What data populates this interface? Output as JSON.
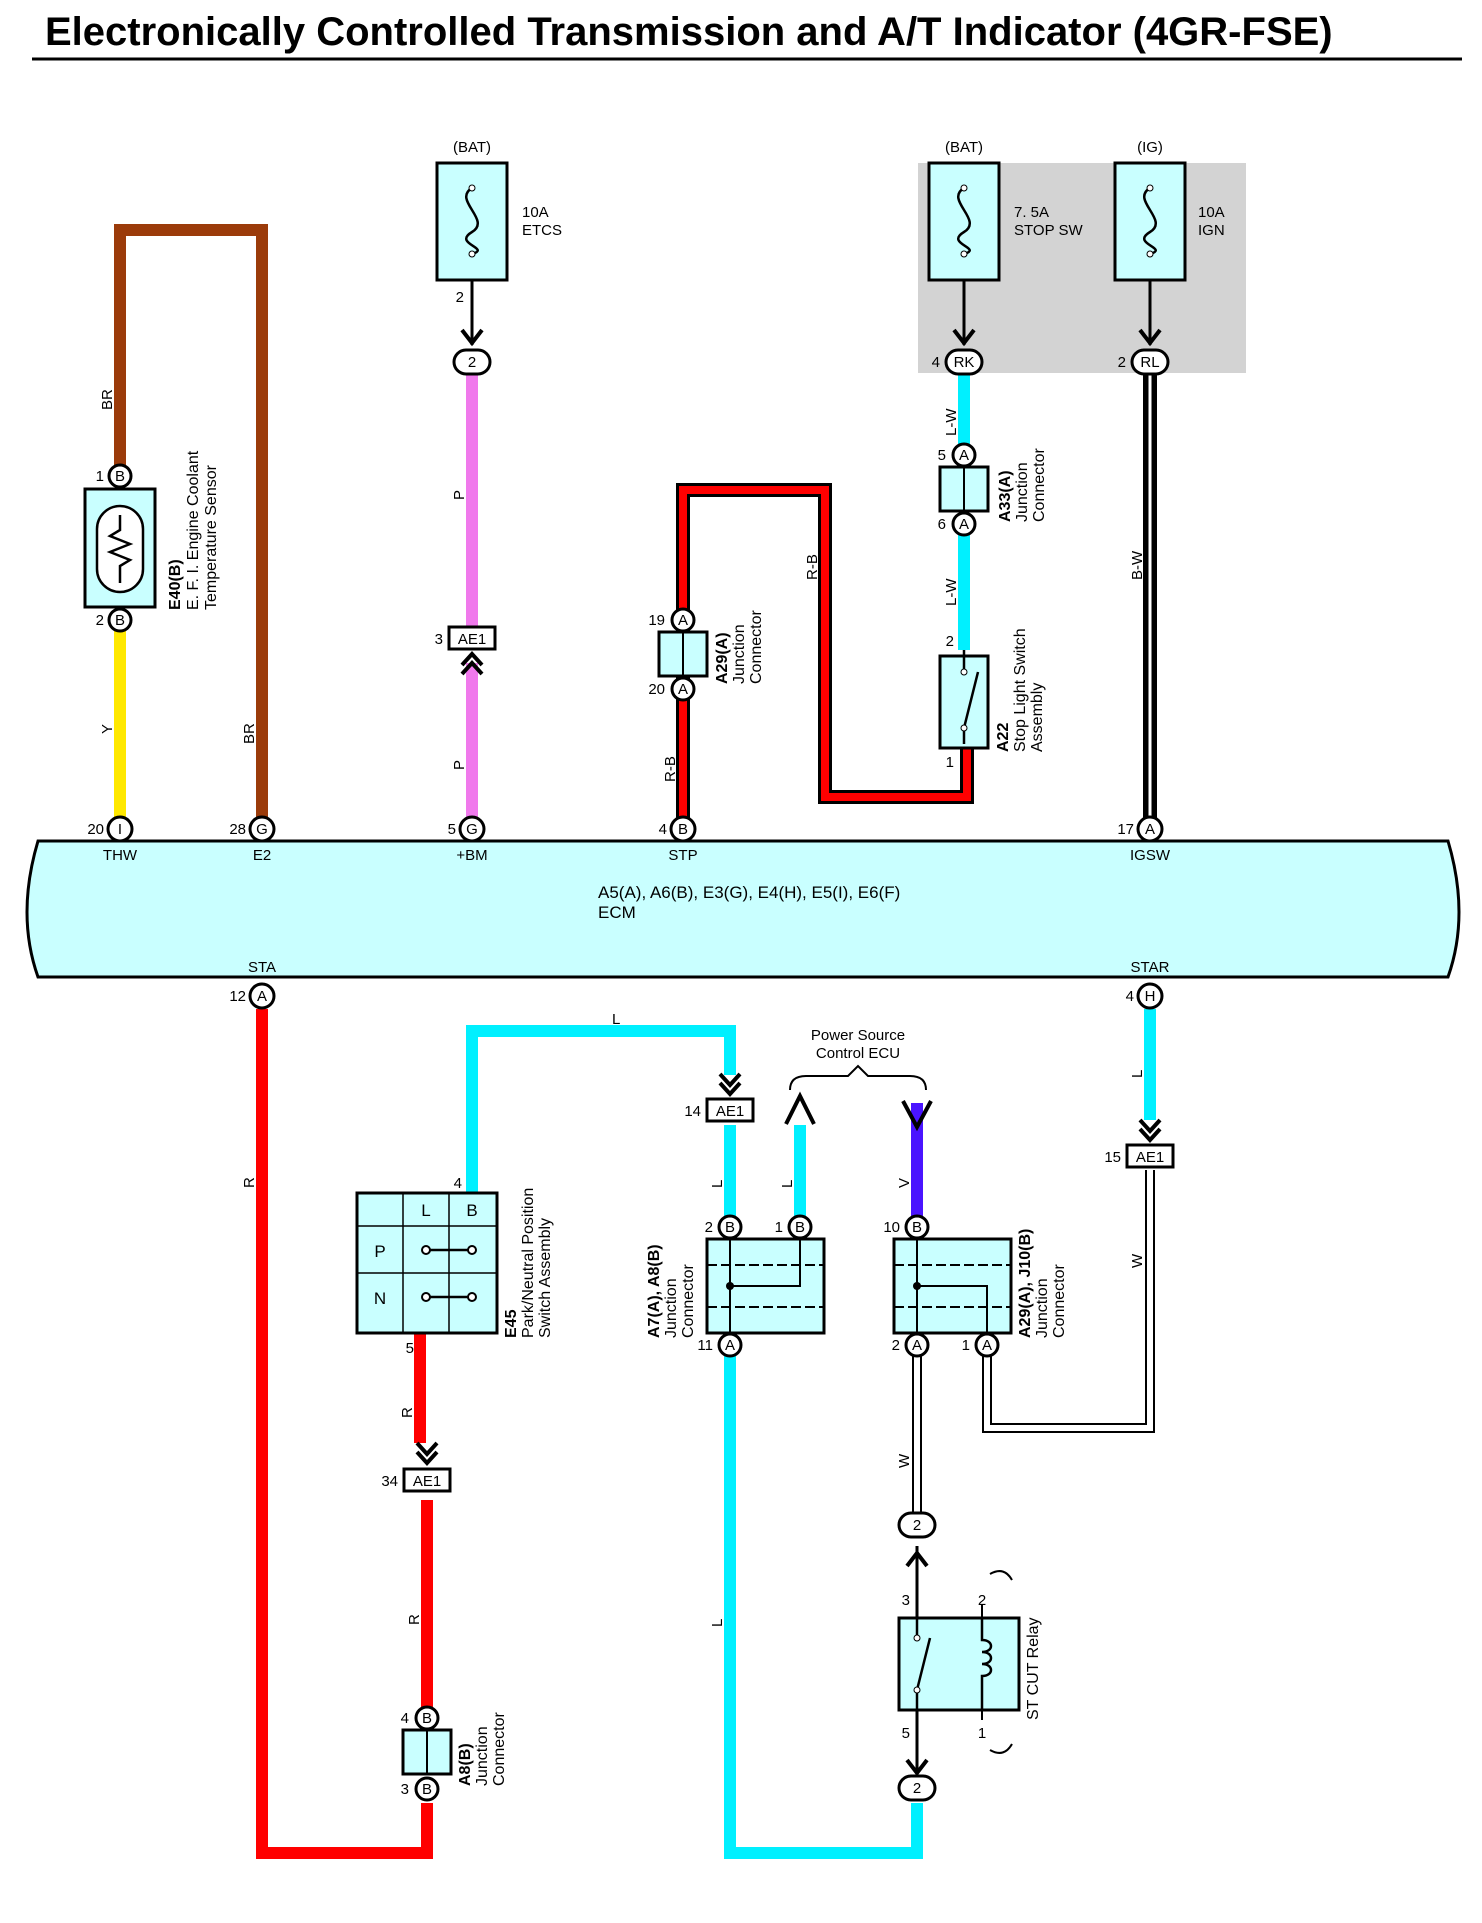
{
  "title": "Electronically Controlled Transmission and A/T Indicator (4GR-FSE)",
  "colors": {
    "BR": "#9b3b0a",
    "Y": "#ffe800",
    "P": "#f079ec",
    "R": "#ff0000",
    "L": "#00f0ff",
    "V": "#4a14ff",
    "B": "#000000",
    "W": "#ffffff",
    "component_fill": "#c9ffff",
    "relay_box_fill": "#d3d3d3"
  },
  "fuses": {
    "etcs": {
      "source": "(BAT)",
      "rating": "10A",
      "name": "ETCS",
      "pin": "2"
    },
    "stop_sw": {
      "source": "(BAT)",
      "rating": "7. 5A",
      "name": "STOP SW"
    },
    "ign": {
      "source": "(IG)",
      "rating": "10A",
      "name": "IGN"
    }
  },
  "connectors": {
    "etcs_out": "2",
    "rk": {
      "pin": "4",
      "code": "RK"
    },
    "rl": {
      "pin": "2",
      "code": "RL"
    },
    "ae1_3": {
      "pin": "3",
      "code": "AE1"
    },
    "ae1_14": {
      "pin": "14",
      "code": "AE1"
    },
    "ae1_15": {
      "pin": "15",
      "code": "AE1"
    },
    "ae1_34": {
      "pin": "34",
      "code": "AE1"
    }
  },
  "wires": {
    "br_top": "BR",
    "br_bottom": "BR",
    "y": "Y",
    "p_top": "P",
    "p_bottom": "P",
    "rb_right": "R-B",
    "rb_left": "R-B",
    "lw_top": "L-W",
    "lw_mid": "L-W",
    "bw": "B-W",
    "r_sta": "R",
    "l_top": "L",
    "l_a7": "L",
    "l_out": "L",
    "l_bottom": "L",
    "r_e45a": "R",
    "r_e45b": "R",
    "v": "V",
    "l_star": "L",
    "w_star": "W",
    "w_relay": "W"
  },
  "components": {
    "e40": {
      "code": "E40(B)",
      "desc1": "E. F. I.  Engine Coolant",
      "desc2": "Temperature Sensor",
      "pin1": "1",
      "pin1_letter": "B",
      "pin2": "2",
      "pin2_letter": "B"
    },
    "a33": {
      "code": "A33(A)",
      "desc1": "Junction",
      "desc2": "Connector",
      "pin5": "5",
      "pin6": "6",
      "letter": "A"
    },
    "a29_top": {
      "code": "A29(A)",
      "desc1": "Junction",
      "desc2": "Connector",
      "pin19": "19",
      "pin20": "20",
      "letter": "A"
    },
    "a22": {
      "code": "A22",
      "desc1": "Stop Light Switch",
      "desc2": "Assembly",
      "pin2": "2",
      "pin1": "1"
    },
    "e45": {
      "code": "E45",
      "desc1": "Park/Neutral Position",
      "desc2": "Switch Assembly",
      "col_l": "L",
      "col_b": "B",
      "row_p": "P",
      "row_n": "N",
      "pin4": "4",
      "pin5": "5"
    },
    "a8b": {
      "code": "A8(B)",
      "desc1": "Junction",
      "desc2": "Connector",
      "pin4": "4",
      "pin3": "3",
      "letter": "B"
    },
    "a7": {
      "code": "A7(A), A8(B)",
      "desc1": "Junction",
      "desc2": "Connector",
      "pin2": "2",
      "pin1": "1",
      "pin11": "11",
      "letter_b": "B",
      "letter_a": "A"
    },
    "a29_bottom": {
      "code": "A29(A), J10(B)",
      "desc1": "Junction",
      "desc2": "Connector",
      "pin10": "10",
      "pin2": "2",
      "pin1": "1",
      "letter_b": "B",
      "letter_a": "A"
    },
    "relay": {
      "name": "ST CUT Relay",
      "pin3": "3",
      "pin2": "2",
      "pin5": "5",
      "pin1": "1",
      "conn_top": "2",
      "conn_bottom": "2"
    },
    "psc": {
      "line1": "Power Source",
      "line2": "Control ECU"
    }
  },
  "ecm": {
    "line1": "A5(A), A6(B), E3(G), E4(H), E5(I), E6(F)",
    "line2": "ECM",
    "top_pins": [
      {
        "num": "20",
        "letter": "I",
        "label": "THW"
      },
      {
        "num": "28",
        "letter": "G",
        "label": "E2"
      },
      {
        "num": "5",
        "letter": "G",
        "label": "+BM"
      },
      {
        "num": "4",
        "letter": "B",
        "label": "STP"
      },
      {
        "num": "17",
        "letter": "A",
        "label": "IGSW"
      }
    ],
    "bottom_pins": [
      {
        "num": "12",
        "letter": "A",
        "label": "STA"
      },
      {
        "num": "4",
        "letter": "H",
        "label": "STAR"
      }
    ]
  }
}
